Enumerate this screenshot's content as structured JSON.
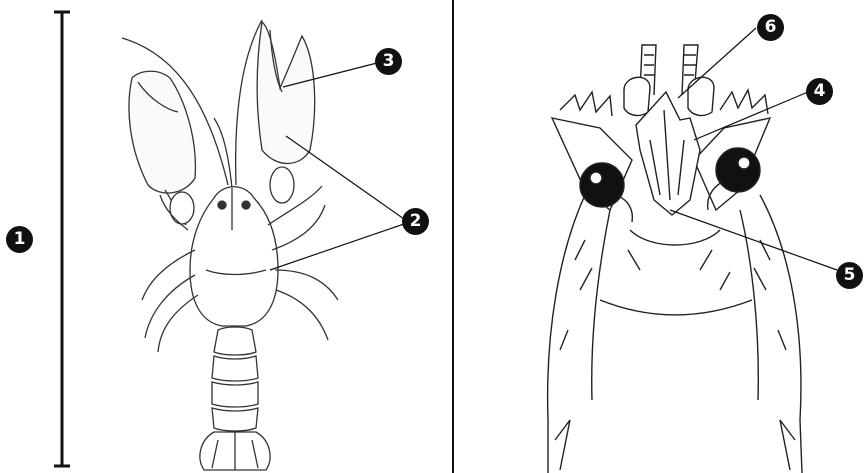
{
  "callouts": {
    "c1": "1",
    "c2": "2",
    "c3": "3",
    "c4": "4",
    "c5": "5",
    "c6": "6"
  },
  "illustrations": {
    "left": "crayfish-dorsal-view-icon",
    "right": "crayfish-head-closeup-icon"
  },
  "colors": {
    "ink": "#111111",
    "paper": "#ffffff",
    "divider": "#111111"
  }
}
